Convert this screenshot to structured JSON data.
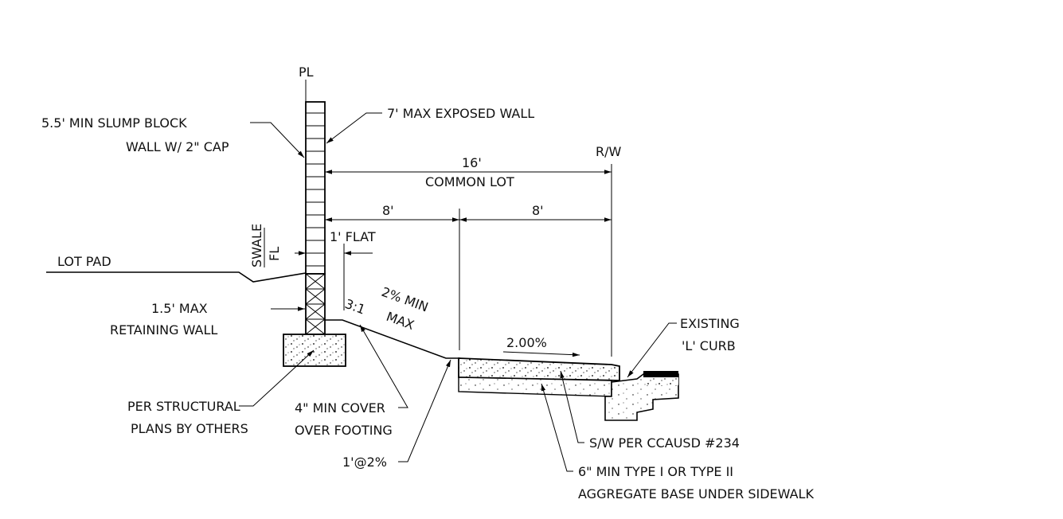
{
  "labels": {
    "pl": "PL",
    "slump_block_1": "5.5' MIN SLUMP BLOCK",
    "slump_block_2": "WALL W/ 2\" CAP",
    "exposed_wall": "7' MAX EXPOSED WALL",
    "row": "R/W",
    "dim_16": "16'",
    "common_lot": "COMMON LOT",
    "dim_8_left": "8'",
    "dim_8_right": "8'",
    "swale": "SWALE",
    "fl": "FL",
    "one_flat": "1' FLAT",
    "lot_pad": "LOT PAD",
    "slope_min": "2% MIN",
    "slope_max_1": "3:1",
    "slope_max_2": "MAX",
    "retaining_1": "1.5' MAX",
    "retaining_2": "RETAINING WALL",
    "existing_curb_1": "EXISTING",
    "existing_curb_2": "'L' CURB",
    "sidewalk_slope": "2.00%",
    "structural_1": "PER STRUCTURAL",
    "structural_2": "PLANS BY OTHERS",
    "cover_1": "4\" MIN COVER",
    "cover_2": "OVER FOOTING",
    "sidewalk_ref": "S/W PER CCAUSD #234",
    "one_at_two": "1'@2%",
    "aggregate_1": "6\" MIN TYPE I OR TYPE II",
    "aggregate_2": "AGGREGATE BASE UNDER SIDEWALK"
  }
}
